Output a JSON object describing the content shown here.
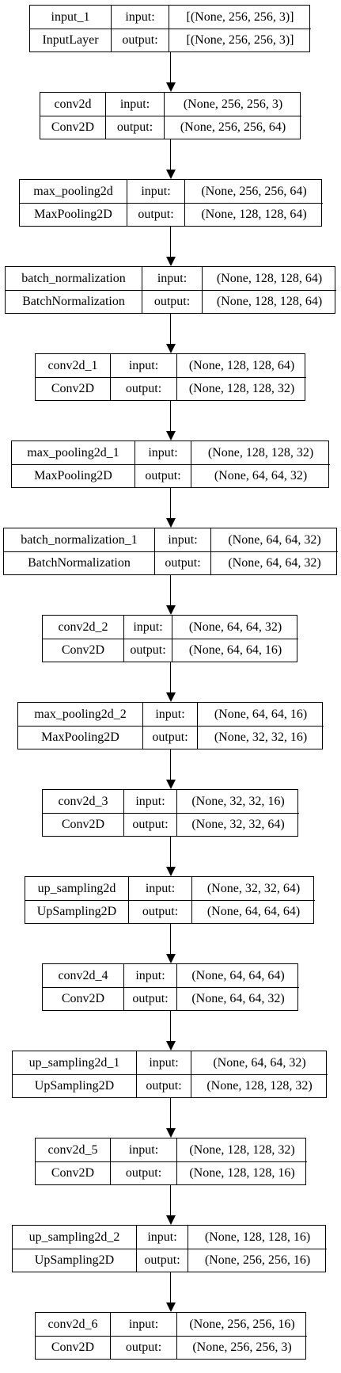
{
  "layers": [
    {
      "name": "input_1",
      "type": "InputLayer",
      "input_label": "input:",
      "output_label": "output:",
      "input_shape": "[(None, 256, 256, 3)]",
      "output_shape": "[(None, 256, 256, 3)]"
    },
    {
      "name": "conv2d",
      "type": "Conv2D",
      "input_label": "input:",
      "output_label": "output:",
      "input_shape": "(None, 256, 256, 3)",
      "output_shape": "(None, 256, 256, 64)"
    },
    {
      "name": "max_pooling2d",
      "type": "MaxPooling2D",
      "input_label": "input:",
      "output_label": "output:",
      "input_shape": "(None, 256, 256, 64)",
      "output_shape": "(None, 128, 128, 64)"
    },
    {
      "name": "batch_normalization",
      "type": "BatchNormalization",
      "input_label": "input:",
      "output_label": "output:",
      "input_shape": "(None, 128, 128, 64)",
      "output_shape": "(None, 128, 128, 64)"
    },
    {
      "name": "conv2d_1",
      "type": "Conv2D",
      "input_label": "input:",
      "output_label": "output:",
      "input_shape": "(None, 128, 128, 64)",
      "output_shape": "(None, 128, 128, 32)"
    },
    {
      "name": "max_pooling2d_1",
      "type": "MaxPooling2D",
      "input_label": "input:",
      "output_label": "output:",
      "input_shape": "(None, 128, 128, 32)",
      "output_shape": "(None, 64, 64, 32)"
    },
    {
      "name": "batch_normalization_1",
      "type": "BatchNormalization",
      "input_label": "input:",
      "output_label": "output:",
      "input_shape": "(None, 64, 64, 32)",
      "output_shape": "(None, 64, 64, 32)"
    },
    {
      "name": "conv2d_2",
      "type": "Conv2D",
      "input_label": "input:",
      "output_label": "output:",
      "input_shape": "(None, 64, 64, 32)",
      "output_shape": "(None, 64, 64, 16)"
    },
    {
      "name": "max_pooling2d_2",
      "type": "MaxPooling2D",
      "input_label": "input:",
      "output_label": "output:",
      "input_shape": "(None, 64, 64, 16)",
      "output_shape": "(None, 32, 32, 16)"
    },
    {
      "name": "conv2d_3",
      "type": "Conv2D",
      "input_label": "input:",
      "output_label": "output:",
      "input_shape": "(None, 32, 32, 16)",
      "output_shape": "(None, 32, 32, 64)"
    },
    {
      "name": "up_sampling2d",
      "type": "UpSampling2D",
      "input_label": "input:",
      "output_label": "output:",
      "input_shape": "(None, 32, 32, 64)",
      "output_shape": "(None, 64, 64, 64)"
    },
    {
      "name": "conv2d_4",
      "type": "Conv2D",
      "input_label": "input:",
      "output_label": "output:",
      "input_shape": "(None, 64, 64, 64)",
      "output_shape": "(None, 64, 64, 32)"
    },
    {
      "name": "up_sampling2d_1",
      "type": "UpSampling2D",
      "input_label": "input:",
      "output_label": "output:",
      "input_shape": "(None, 64, 64, 32)",
      "output_shape": "(None, 128, 128, 32)"
    },
    {
      "name": "conv2d_5",
      "type": "Conv2D",
      "input_label": "input:",
      "output_label": "output:",
      "input_shape": "(None, 128, 128, 32)",
      "output_shape": "(None, 128, 128, 16)"
    },
    {
      "name": "up_sampling2d_2",
      "type": "UpSampling2D",
      "input_label": "input:",
      "output_label": "output:",
      "input_shape": "(None, 128, 128, 16)",
      "output_shape": "(None, 256, 256, 16)"
    },
    {
      "name": "conv2d_6",
      "type": "Conv2D",
      "input_label": "input:",
      "output_label": "output:",
      "input_shape": "(None, 256, 256, 16)",
      "output_shape": "(None, 256, 256, 3)"
    }
  ]
}
